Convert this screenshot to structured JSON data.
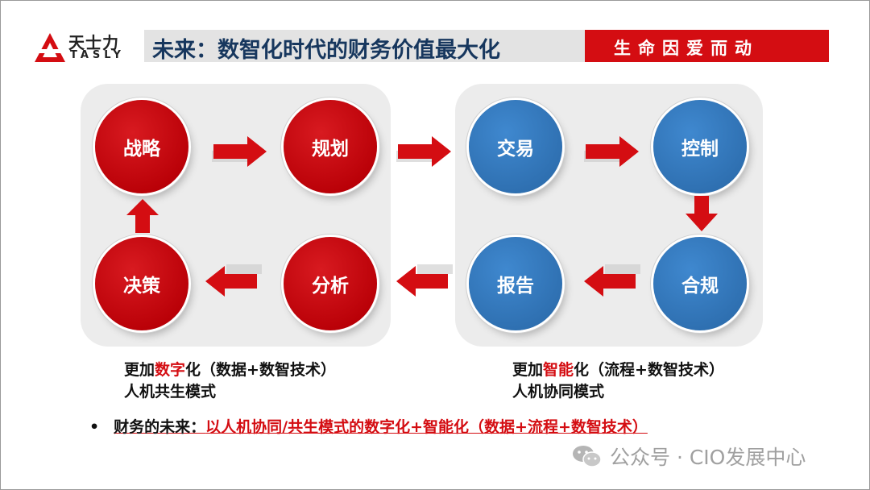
{
  "header": {
    "logo_cn": "天士力",
    "logo_en": "TASLY",
    "title": "未来：数智化时代的财务价值最大化",
    "slogan": "生命因爱而动"
  },
  "nodes": {
    "strategy": "战略",
    "planning": "规划",
    "transaction": "交易",
    "control": "控制",
    "decision": "决策",
    "analysis": "分析",
    "report": "报告",
    "compliance": "合规"
  },
  "captions": {
    "left": {
      "pre": "更加",
      "highlight": "数字",
      "post": "化（数据+数智技术）",
      "line2": "人机共生模式"
    },
    "right": {
      "pre": "更加",
      "highlight": "智能",
      "post": "化（流程+数智技术）",
      "line2": "人机协同模式"
    }
  },
  "bottom": {
    "bullet": "•",
    "label": "财务的未来：",
    "value": "以人机协同/共生模式的数字化+智能化（数据+流程+数智技术）"
  },
  "watermark": {
    "text": "公众号 · CIO发展中心"
  },
  "colors": {
    "red": "#d40d12",
    "blue": "#2e6fb0",
    "title_navy": "#17375e"
  }
}
